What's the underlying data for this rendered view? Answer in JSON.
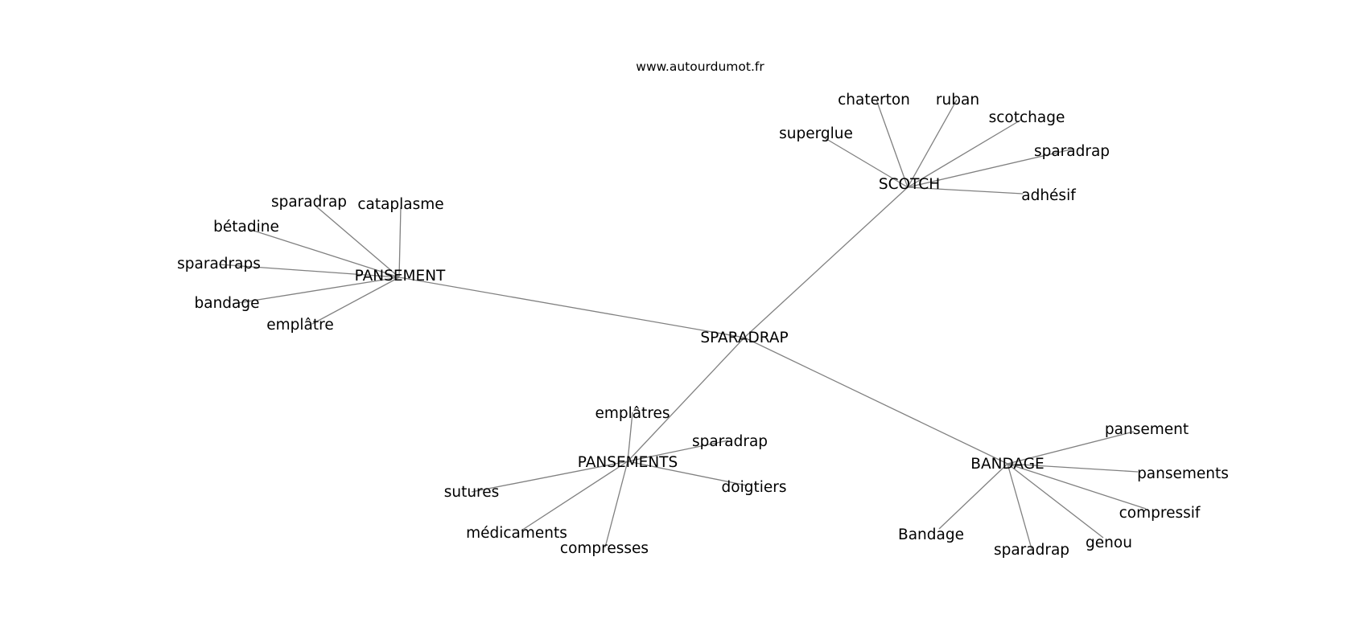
{
  "source": "www.autourdumot.fr",
  "graph": {
    "center": "SPARADRAP",
    "clusters": [
      {
        "hub": "PANSEMENT",
        "leaves": [
          "sparadrap",
          "cataplasme",
          "bétadine",
          "sparadraps",
          "bandage",
          "emplâtre"
        ]
      },
      {
        "hub": "SCOTCH",
        "leaves": [
          "chaterton",
          "ruban",
          "scotchage",
          "superglue",
          "sparadrap",
          "adhésif"
        ]
      },
      {
        "hub": "PANSEMENTS",
        "leaves": [
          "emplâtres",
          "sparadrap",
          "sutures",
          "doigtiers",
          "médicaments",
          "compresses"
        ]
      },
      {
        "hub": "BANDAGE",
        "leaves": [
          "pansement",
          "pansements",
          "compressif",
          "Bandage",
          "sparadrap",
          "genou"
        ]
      }
    ]
  },
  "colors": {
    "edge": "#808080",
    "text": "#000000",
    "background": "#ffffff"
  }
}
